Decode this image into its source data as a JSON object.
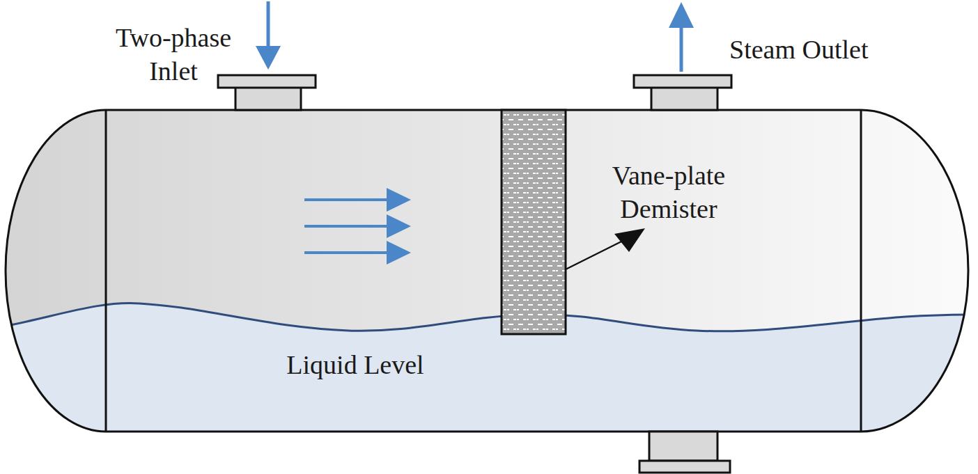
{
  "diagram": {
    "labels": [
      "Two-phase Inlet",
      "Steam Outlet",
      "Vane-plate Demister",
      "Liquid Level"
    ]
  }
}
